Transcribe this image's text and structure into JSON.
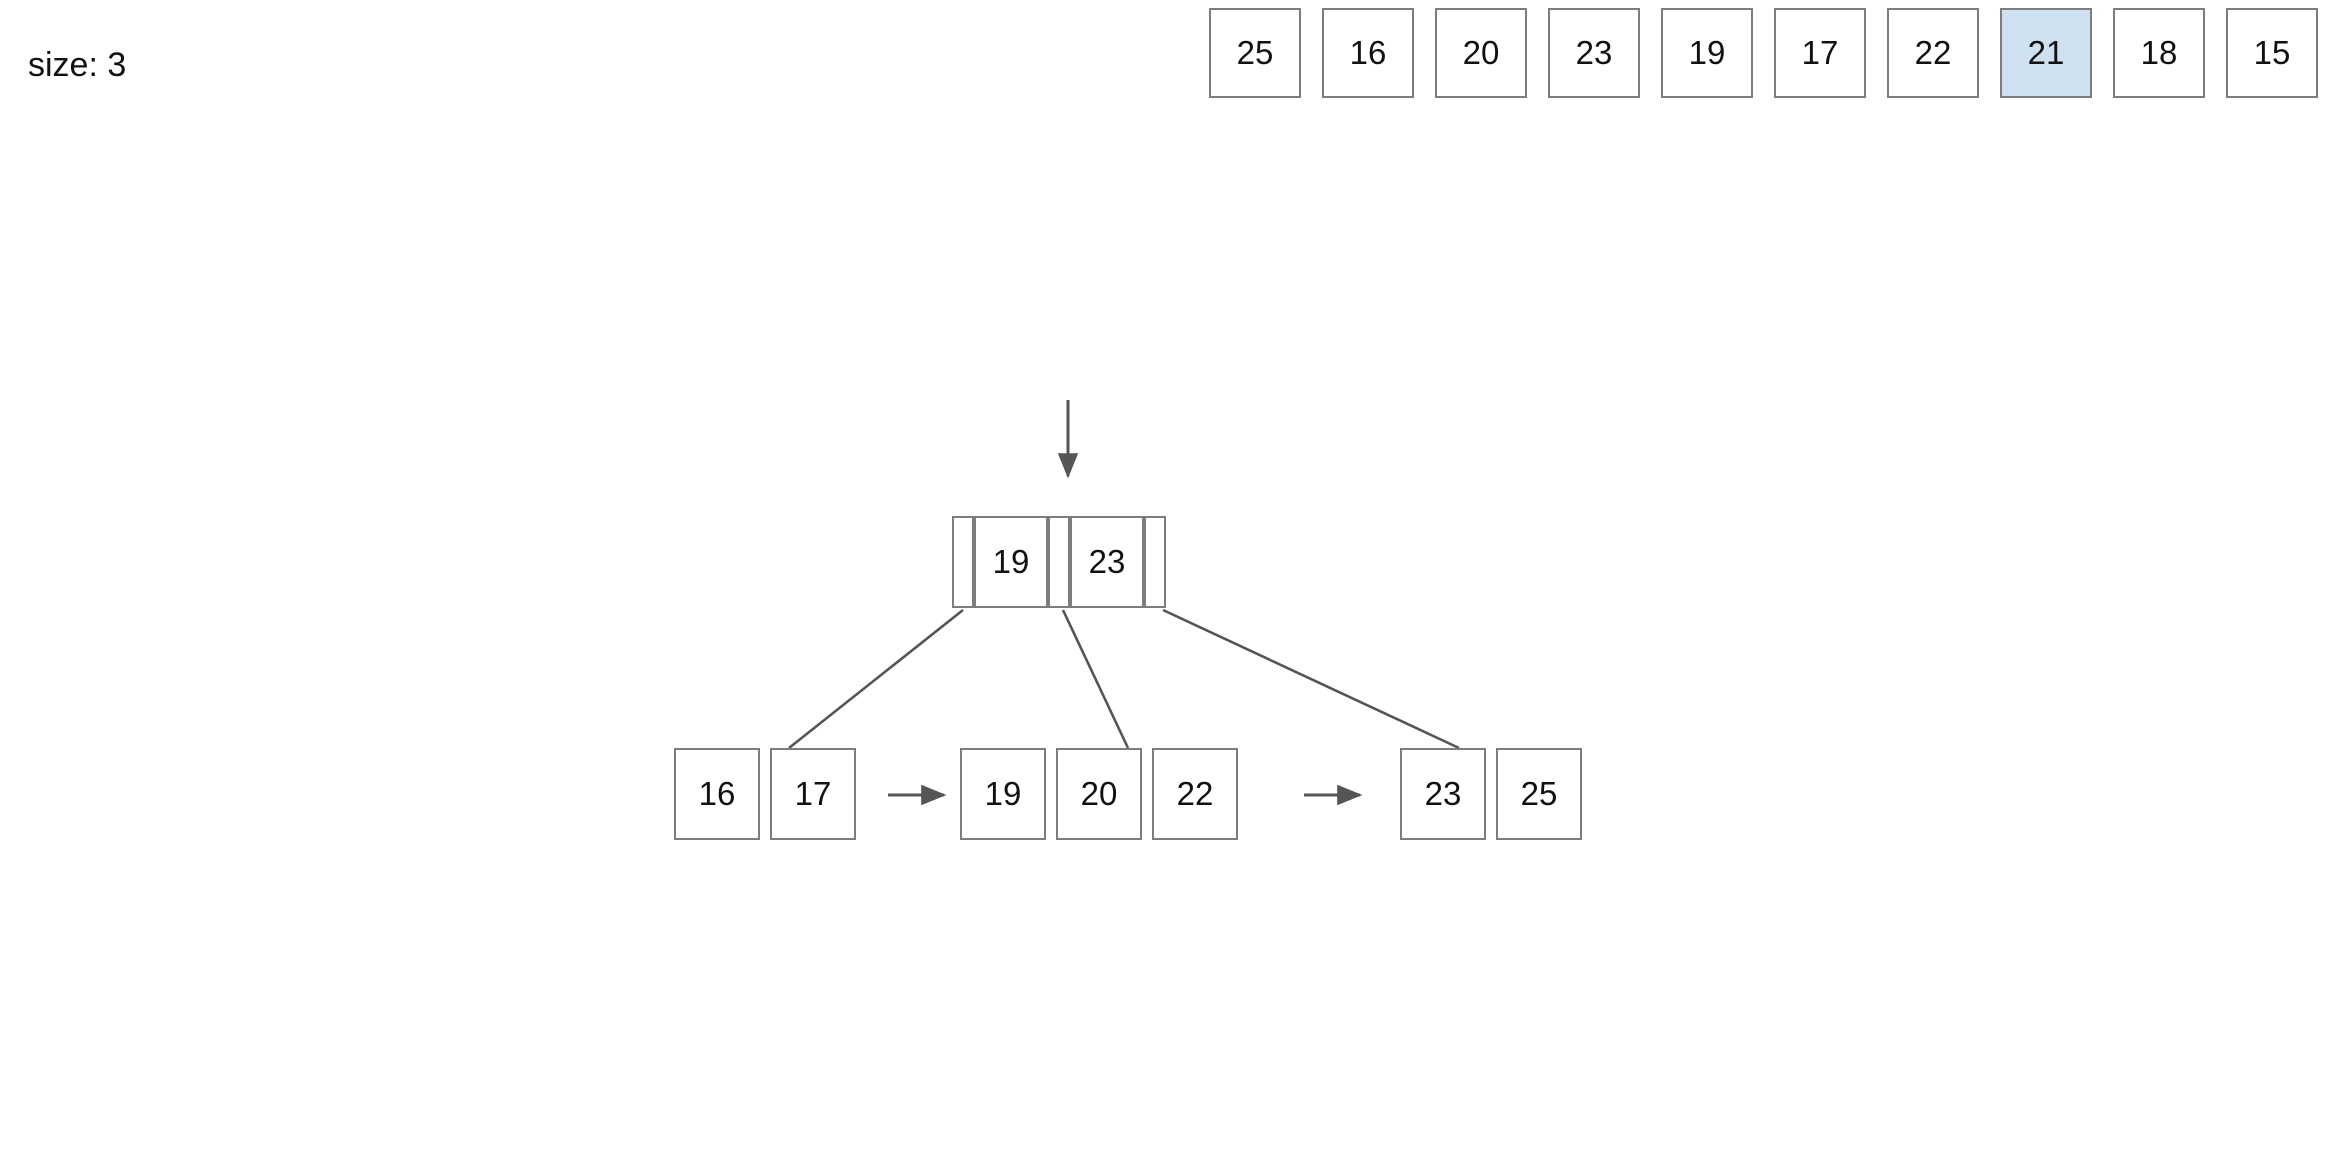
{
  "status": {
    "size_label": "size: 3"
  },
  "input_queue": {
    "items": [
      {
        "value": "25",
        "highlighted": false
      },
      {
        "value": "16",
        "highlighted": false
      },
      {
        "value": "20",
        "highlighted": false
      },
      {
        "value": "23",
        "highlighted": false
      },
      {
        "value": "19",
        "highlighted": false
      },
      {
        "value": "17",
        "highlighted": false
      },
      {
        "value": "22",
        "highlighted": false
      },
      {
        "value": "21",
        "highlighted": true
      },
      {
        "value": "18",
        "highlighted": false
      },
      {
        "value": "15",
        "highlighted": false
      }
    ],
    "highlight_color": "#cfe0f0",
    "border_color": "#7d7d7d"
  },
  "tree": {
    "root_pointer_icon": "down-arrow-icon",
    "root": {
      "keys": [
        "19",
        "23"
      ],
      "pointer_slots": 3
    },
    "leaves": [
      {
        "keys": [
          "16",
          "17"
        ],
        "next_link_icon": "right-arrow-icon"
      },
      {
        "keys": [
          "19",
          "20",
          "22"
        ],
        "next_link_icon": "right-arrow-icon"
      },
      {
        "keys": [
          "23",
          "25"
        ],
        "next_link_icon": null
      }
    ],
    "edge_color": "#555555",
    "node_border_color": "#7d7d7d"
  }
}
